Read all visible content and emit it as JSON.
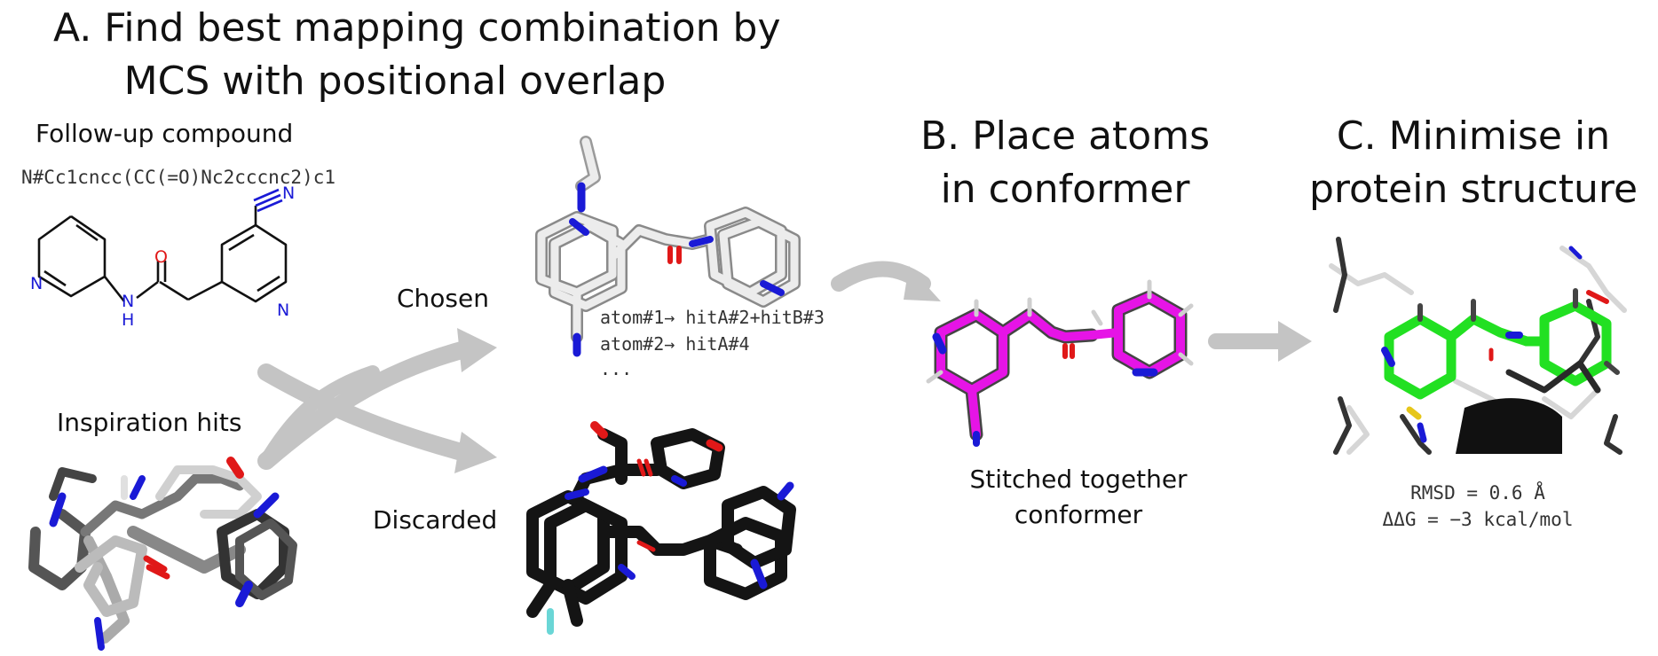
{
  "section_a": {
    "title_line1": "A. Find best mapping combination by",
    "title_line2": "MCS with positional overlap",
    "followup_label": "Follow-up compound",
    "smiles": "N#Cc1cncc(CC(=O)Nc2cccnc2)c1",
    "inspiration_label": "Inspiration hits",
    "chosen_label": "Chosen",
    "discarded_label": "Discarded",
    "mapping_line1": "atom#1→ hitA#2+hitB#3",
    "mapping_line2": "atom#2→ hitA#4",
    "mapping_line3": "..."
  },
  "section_b": {
    "title_line1": "B. Place atoms",
    "title_line2": "in conformer",
    "caption_line1": "Stitched together",
    "caption_line2": "conformer"
  },
  "section_c": {
    "title_line1": "C. Minimise in",
    "title_line2": "protein structure",
    "rmsd": "RMSD = 0.6 Å",
    "ddg": "ΔΔG = −3 kcal/mol"
  },
  "molecule_2d": {
    "atom_n_left": "N",
    "atom_n_right": "N",
    "atom_n_nitrile": "N",
    "atom_o": "O",
    "atom_nh": "N",
    "atom_h": "H"
  },
  "colors": {
    "arrow": "#c4c4c4",
    "bond_2d": "#111111",
    "nitrogen": "#1a1ad6",
    "oxygen": "#e01818",
    "magenta": "#e614e6",
    "green": "#22e022",
    "white_stick": "#e6e6e6",
    "dark_stick": "#151515",
    "grey_stick": "#5a5a5a"
  }
}
